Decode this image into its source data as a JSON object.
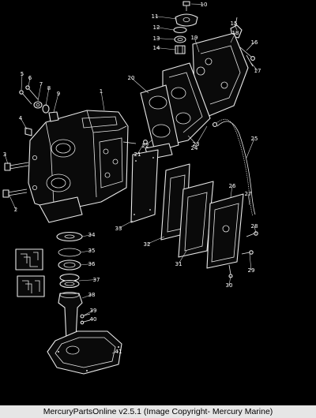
{
  "callouts": [
    {
      "label": "1"
    },
    {
      "label": "2"
    },
    {
      "label": "3"
    },
    {
      "label": "4"
    },
    {
      "label": "5"
    },
    {
      "label": "6"
    },
    {
      "label": "7"
    },
    {
      "label": "8"
    },
    {
      "label": "9"
    },
    {
      "label": "10"
    },
    {
      "label": "11"
    },
    {
      "label": "12"
    },
    {
      "label": "13"
    },
    {
      "label": "14"
    },
    {
      "label": "15"
    },
    {
      "label": "16"
    },
    {
      "label": "17"
    },
    {
      "label": "18"
    },
    {
      "label": "19"
    },
    {
      "label": "20"
    },
    {
      "label": "21"
    },
    {
      "label": "22"
    },
    {
      "label": "23"
    },
    {
      "label": "24"
    },
    {
      "label": "25"
    },
    {
      "label": "26"
    },
    {
      "label": "27"
    },
    {
      "label": "28"
    },
    {
      "label": "29"
    },
    {
      "label": "30"
    },
    {
      "label": "31"
    },
    {
      "label": "32"
    },
    {
      "label": "33"
    },
    {
      "label": "34"
    },
    {
      "label": "35"
    },
    {
      "label": "36"
    },
    {
      "label": "37"
    },
    {
      "label": "38"
    },
    {
      "label": "39"
    },
    {
      "label": "40"
    },
    {
      "label": "41"
    }
  ],
  "footer": {
    "caption": "MercuryPartsOnline v2.5.1 (Image Copyright- Mercury Marine)"
  },
  "colors": {
    "background": "#000000",
    "line_art": "#e8e8e8",
    "footer_background": "#e6e6e6",
    "footer_text": "#000000"
  }
}
